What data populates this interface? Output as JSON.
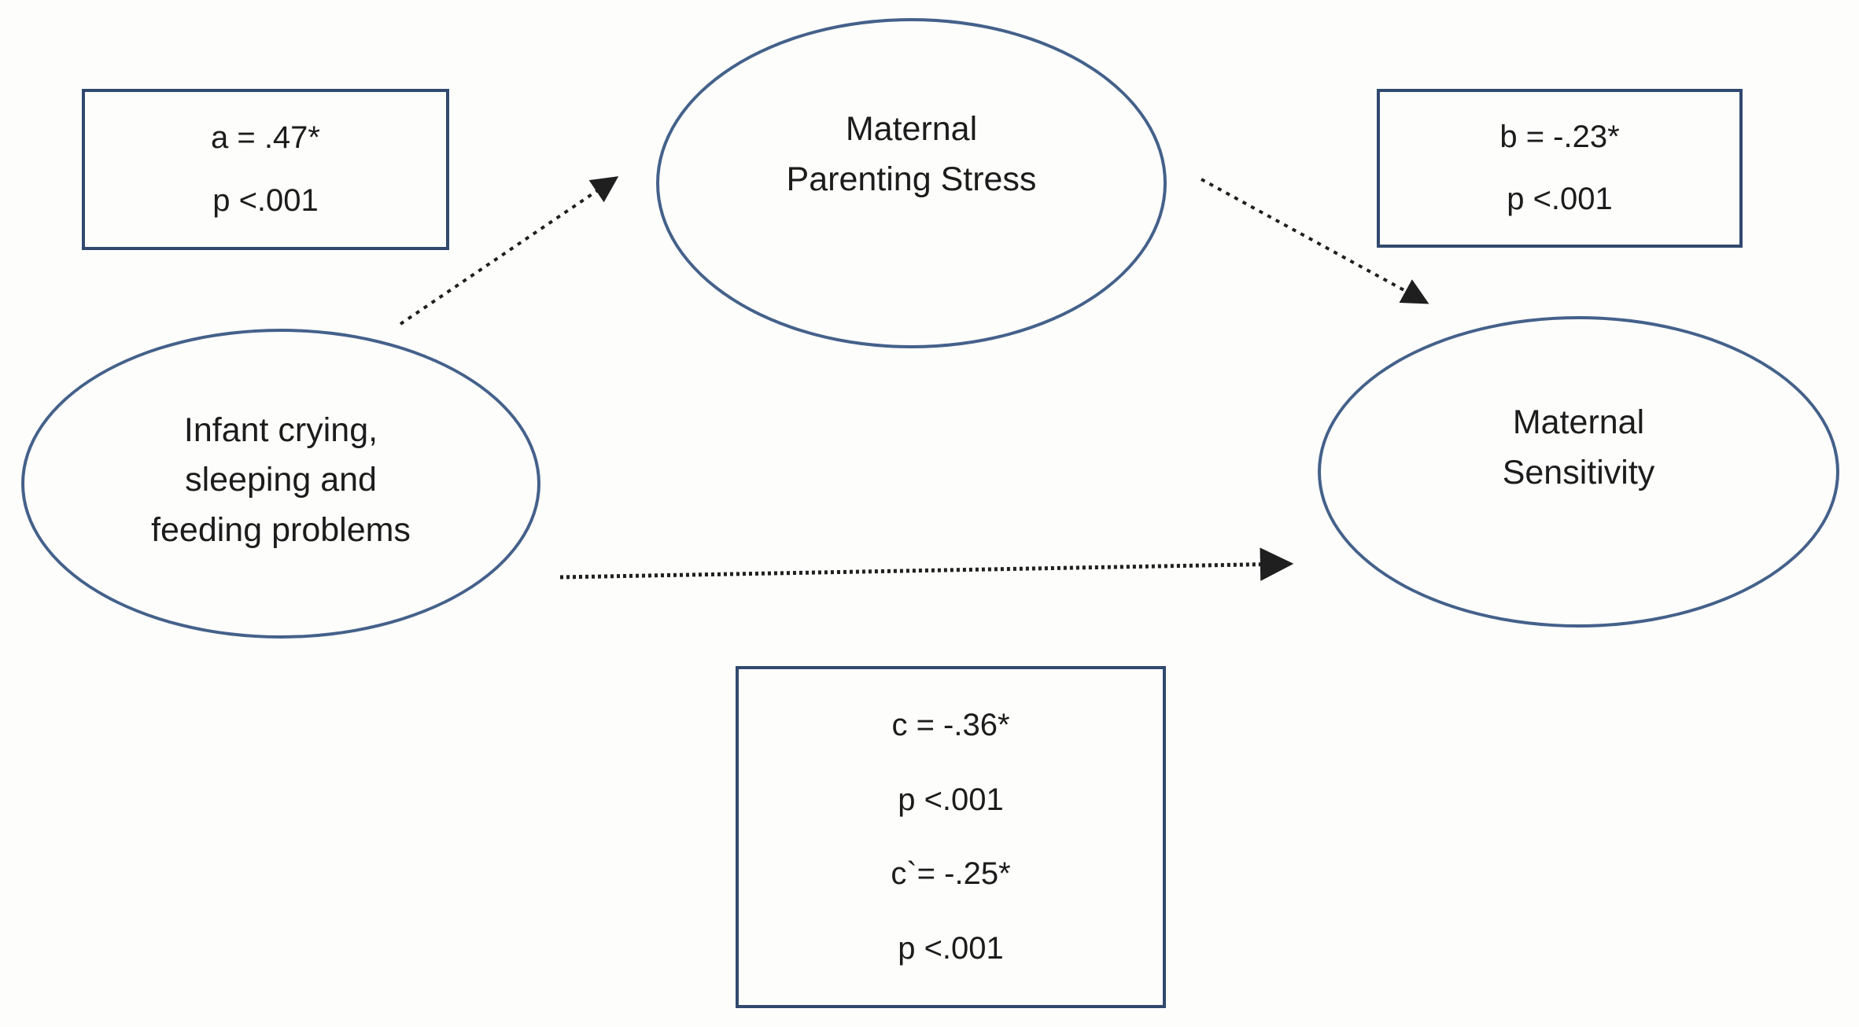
{
  "colors": {
    "background": "#fdfdfc",
    "ellipse_border": "#44618a",
    "box_border": "#31496e",
    "arrow": "#1f1f1f",
    "text": "#1c1c1c"
  },
  "diagram": {
    "nodes": [
      {
        "id": "infant-problems",
        "label": "Infant crying,\nsleeping and\nfeeding problems"
      },
      {
        "id": "maternal-parenting-stress",
        "label": "Maternal\nParenting Stress"
      },
      {
        "id": "maternal-sensitivity",
        "label": "Maternal\nSensitivity"
      }
    ],
    "stat_boxes": [
      {
        "id": "path-a",
        "lines": [
          "a = .47*",
          "p <.001"
        ]
      },
      {
        "id": "path-b",
        "lines": [
          "b = -.23*",
          "p <.001"
        ]
      },
      {
        "id": "path-c",
        "lines": [
          "c = -.36*",
          "p <.001",
          "c`= -.25*",
          "p <.001"
        ]
      }
    ],
    "paths": [
      {
        "id": "a",
        "from": "infant-problems",
        "to": "maternal-parenting-stress"
      },
      {
        "id": "b",
        "from": "maternal-parenting-stress",
        "to": "maternal-sensitivity"
      },
      {
        "id": "c",
        "from": "infant-problems",
        "to": "maternal-sensitivity"
      }
    ]
  }
}
